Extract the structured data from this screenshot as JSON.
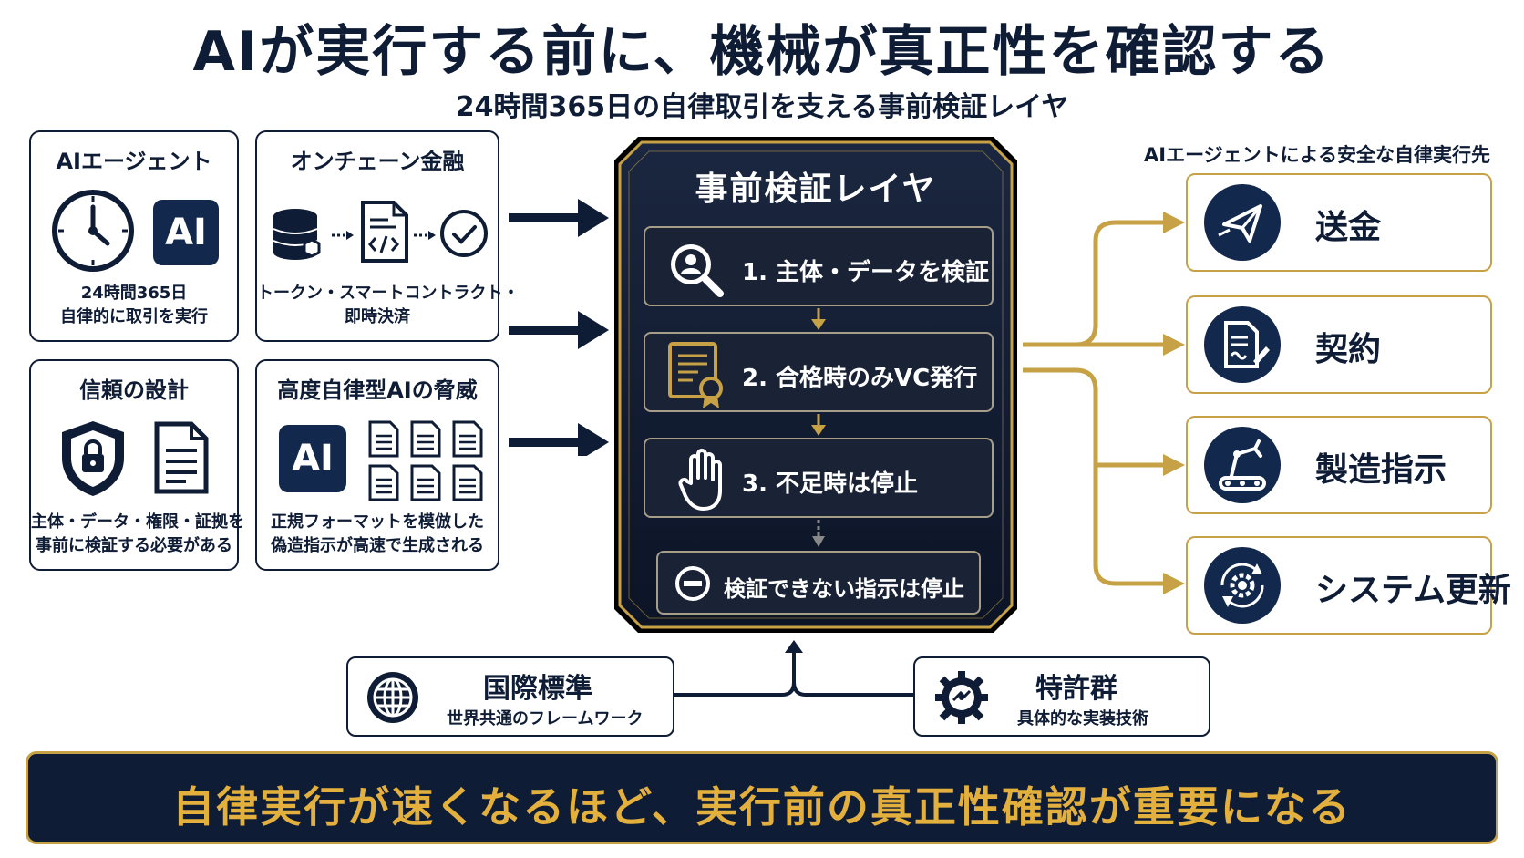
{
  "header": {
    "title": "AIが実行する前に、機械が真正性を確認する",
    "subtitle": "24時間365日の自律取引を支える事前検証レイヤ"
  },
  "left_cards": [
    {
      "title": "AIエージェント",
      "desc": [
        "24時間365日",
        "自律的に取引を実行"
      ],
      "icons": [
        "clock-icon",
        "ai-badge"
      ]
    },
    {
      "title": "オンチェーン金融",
      "desc": [
        "トークン・スマートコントラクト・",
        "即時決済"
      ],
      "icons": [
        "database-icon",
        "code-document-icon",
        "check-circle-icon"
      ]
    },
    {
      "title": "信頼の設計",
      "desc": [
        "主体・データ・権限・証拠を",
        "事前に検証する必要がある"
      ],
      "icons": [
        "shield-lock-icon",
        "document-icon"
      ]
    },
    {
      "title": "高度自律型AIの脅威",
      "desc": [
        "正規フォーマットを模倣した",
        "偽造指示が高速で生成される"
      ],
      "icons": [
        "ai-badge",
        "document-grid-icon"
      ]
    }
  ],
  "ai_badge_text": "AI",
  "center": {
    "title": "事前検証レイヤ",
    "steps": [
      {
        "label": "1. 主体・データを検証",
        "icon": "search-person-icon"
      },
      {
        "label": "2. 合格時のみVC発行",
        "icon": "certificate-icon"
      },
      {
        "label": "3. 不足時は停止",
        "icon": "stop-hand-icon"
      }
    ],
    "fail": {
      "label": "検証できない指示は停止",
      "icon": "minus-circle-icon"
    }
  },
  "destinations": {
    "header": "AIエージェントによる安全な自律実行先",
    "items": [
      {
        "label": "送金",
        "icon": "paper-plane-icon"
      },
      {
        "label": "契約",
        "icon": "contract-sign-icon"
      },
      {
        "label": "製造指示",
        "icon": "robot-arm-icon"
      },
      {
        "label": "システム更新",
        "icon": "gear-sync-icon"
      }
    ]
  },
  "foundations": [
    {
      "title": "国際標準",
      "sub": "世界共通のフレームワーク",
      "icon": "globe-icon"
    },
    {
      "title": "特許群",
      "sub": "具体的な実装技術",
      "icon": "gear-icon"
    }
  ],
  "banner": {
    "text": "自律実行が速くなるほど、実行前の真正性確認が重要になる"
  },
  "colors": {
    "navy": "#0f1c36",
    "gold": "#c7a146",
    "banner_text": "#e3b03e"
  }
}
